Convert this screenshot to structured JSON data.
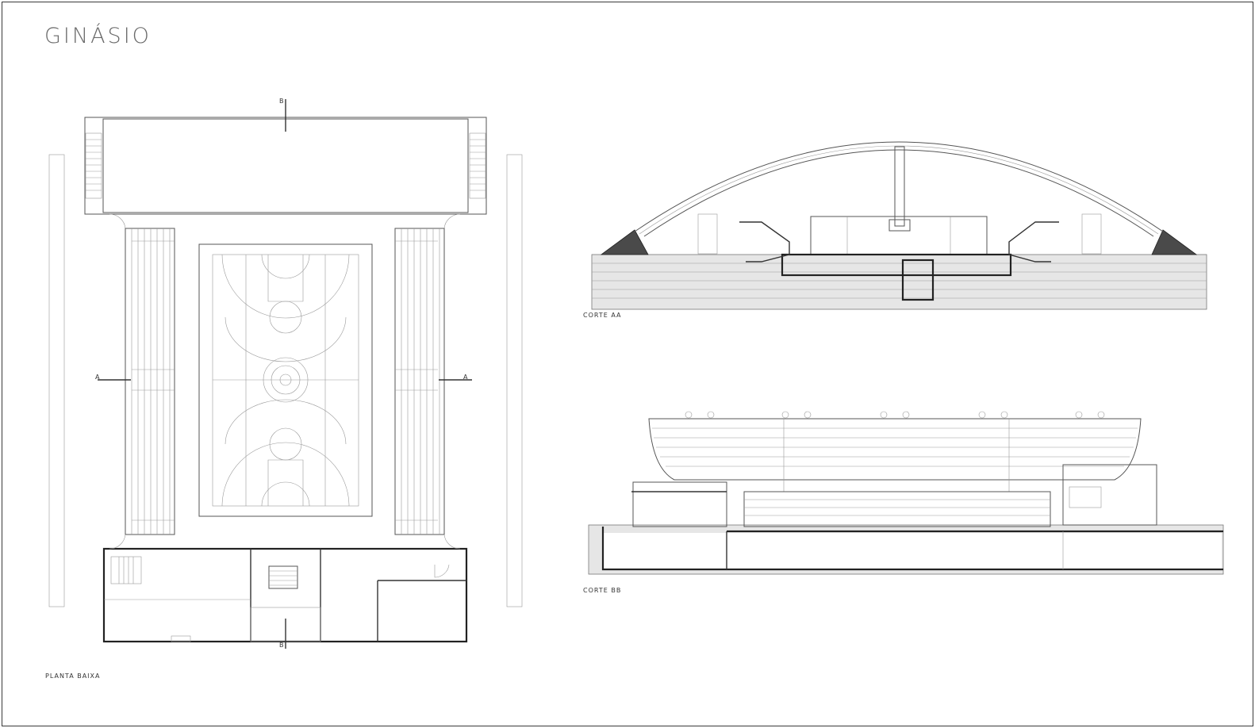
{
  "sheet": {
    "title": "GINÁSIO"
  },
  "drawings": {
    "plan_caption": "PLANTA BAIXA",
    "section_aa_caption": "CORTE AA",
    "section_bb_caption": "CORTE BB"
  },
  "markers": {
    "section_a": "A",
    "section_b": "B"
  }
}
